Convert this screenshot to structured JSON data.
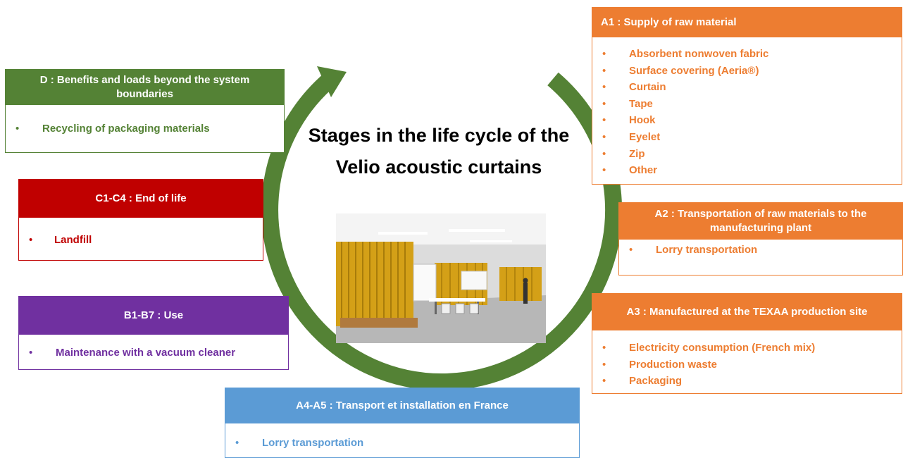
{
  "title": "Stages in the life cycle of the Velio acoustic curtains",
  "colors": {
    "orange": "#ed7d31",
    "green": "#548235",
    "red": "#c00000",
    "purple": "#7030a0",
    "blue": "#5b9bd5",
    "arrow": "#548235",
    "curtain": "#d4a017"
  },
  "stages": {
    "a1": {
      "title": "A1 : Supply of raw material",
      "items": [
        "Absorbent nonwoven fabric",
        "Surface covering (Aeria®)",
        "Curtain",
        "Tape",
        "Hook",
        "Eyelet",
        "Zip",
        "Other"
      ]
    },
    "a2": {
      "title": "A2 : Transportation of raw materials to the manufacturing plant",
      "items": [
        "Lorry transportation"
      ]
    },
    "a3": {
      "title": "A3 : Manufactured at the TEXAA production site",
      "items": [
        "Electricity consumption (French mix)",
        "Production waste",
        "Packaging"
      ]
    },
    "a4_a5": {
      "title": "A4-A5 : Transport et installation en France",
      "items": [
        "Lorry transportation"
      ]
    },
    "b1_b7": {
      "title": "B1-B7 : Use",
      "items": [
        "Maintenance with a vacuum cleaner"
      ]
    },
    "c1_c4": {
      "title": "C1-C4 : End of life",
      "items": [
        "Landfill"
      ]
    },
    "d": {
      "title": "D : Benefits and loads beyond the system boundaries",
      "items": [
        "Recycling of packaging materials"
      ]
    }
  },
  "photo": {
    "icon": "office-curtains-photo"
  }
}
